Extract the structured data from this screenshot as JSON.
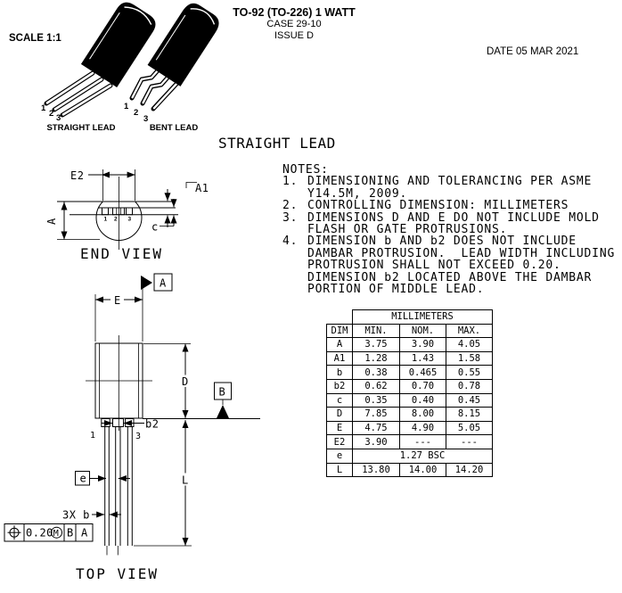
{
  "header": {
    "title": "TO-92 (TO-226) 1 WATT",
    "case_line": "CASE 29-10",
    "issue_line": "ISSUE D",
    "date": "DATE 05 MAR 2021",
    "scale": "SCALE 1:1"
  },
  "figures": {
    "straight_label": "STRAIGHT LEAD",
    "bent_label": "BENT LEAD",
    "straight_pins": [
      "1",
      "2",
      "3"
    ],
    "bent_pins": [
      "1",
      "2",
      "3"
    ]
  },
  "section_heading": "STRAIGHT LEAD",
  "end_view": {
    "caption": "END VIEW",
    "dim_e2": "E2",
    "dim_a1": "A1",
    "dim_a": "A",
    "dim_c": "c",
    "pin1": "1",
    "pin2": "2",
    "pin3": "3"
  },
  "top_view": {
    "caption": "TOP VIEW",
    "dim_e": "E",
    "dim_d": "D",
    "dim_b2": "b2",
    "dim_e_pitch": "e",
    "dim_b": "3X b",
    "dim_l": "L",
    "datum_a": "A",
    "datum_b": "B",
    "pin1": "1",
    "pin3": "3",
    "fcf": {
      "tolerance": "0.20",
      "modifier": "M",
      "datum_ref1": "B",
      "datum_ref2": "A"
    }
  },
  "notes": {
    "heading": "NOTES:",
    "items": [
      {
        "num": "1.",
        "text": "DIMENSIONING AND TOLERANCING PER ASME\nY14.5M, 2009."
      },
      {
        "num": "2.",
        "text": "CONTROLLING DIMENSION: MILLIMETERS"
      },
      {
        "num": "3.",
        "text": "DIMENSIONS D AND E DO NOT INCLUDE MOLD\nFLASH OR GATE PROTRUSIONS."
      },
      {
        "num": "4.",
        "text": "DIMENSION b AND b2 DOES NOT INCLUDE\nDAMBAR PROTRUSION.  LEAD WIDTH INCLUDING\nPROTRUSION SHALL NOT EXCEED 0.20.\nDIMENSION b2 LOCATED ABOVE THE DAMBAR\nPORTION OF MIDDLE LEAD."
      }
    ]
  },
  "table": {
    "unit_header": "MILLIMETERS",
    "columns": [
      "DIM",
      "MIN.",
      "NOM.",
      "MAX."
    ],
    "rows": [
      [
        "A",
        "3.75",
        "3.90",
        "4.05"
      ],
      [
        "A1",
        "1.28",
        "1.43",
        "1.58"
      ],
      [
        "b",
        "0.38",
        "0.465",
        "0.55"
      ],
      [
        "b2",
        "0.62",
        "0.70",
        "0.78"
      ],
      [
        "c",
        "0.35",
        "0.40",
        "0.45"
      ],
      [
        "D",
        "7.85",
        "8.00",
        "8.15"
      ],
      [
        "E",
        "4.75",
        "4.90",
        "5.05"
      ],
      [
        "E2",
        "3.90",
        "---",
        "---"
      ],
      [
        "e",
        "1.27 BSC"
      ],
      [
        "L",
        "13.80",
        "14.00",
        "14.20"
      ]
    ]
  }
}
